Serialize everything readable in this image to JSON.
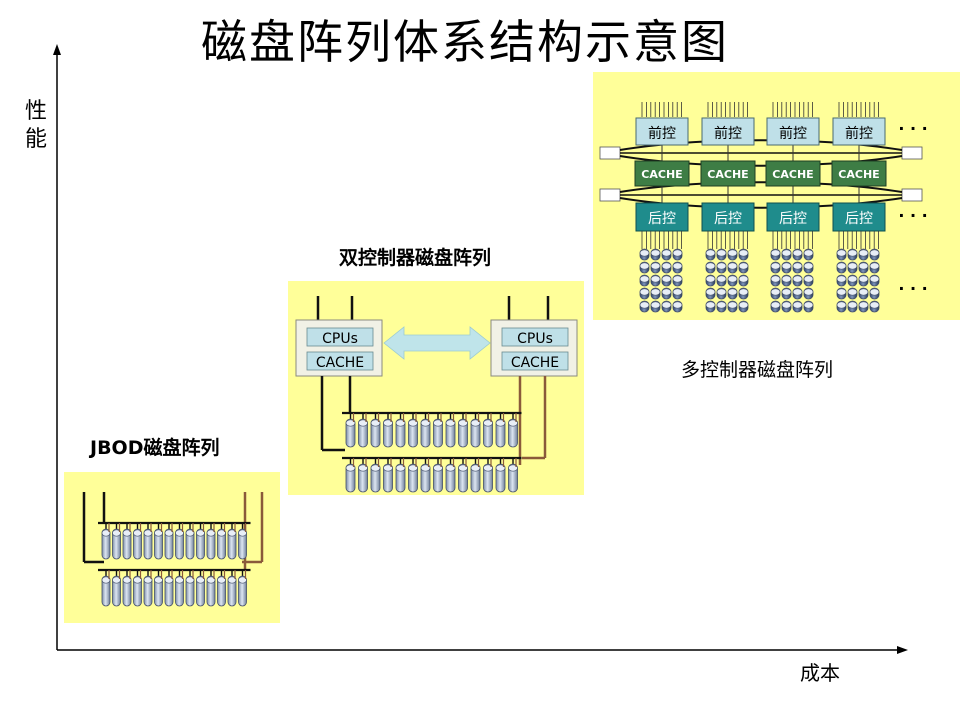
{
  "title": "磁盘阵列体系结构示意图",
  "axes": {
    "y_label": "性能",
    "x_label": "成本"
  },
  "jbod": {
    "caption": "JBOD磁盘阵列"
  },
  "dual": {
    "caption": "双控制器磁盘阵列",
    "cpu_label": "CPUs",
    "cache_label": "CACHE"
  },
  "multi": {
    "caption": "多控制器磁盘阵列",
    "front_label": "前控",
    "cache_label": "CACHE",
    "back_label": "后控",
    "ellipsis": "· · ·"
  },
  "colors": {
    "panel": "#ffff99",
    "front_box": "#bfe0e8",
    "cache_box": "#3e7d45",
    "back_box": "#1f8c8c",
    "disk": "#b4c2d6",
    "arrow": "#bfe4ea"
  }
}
